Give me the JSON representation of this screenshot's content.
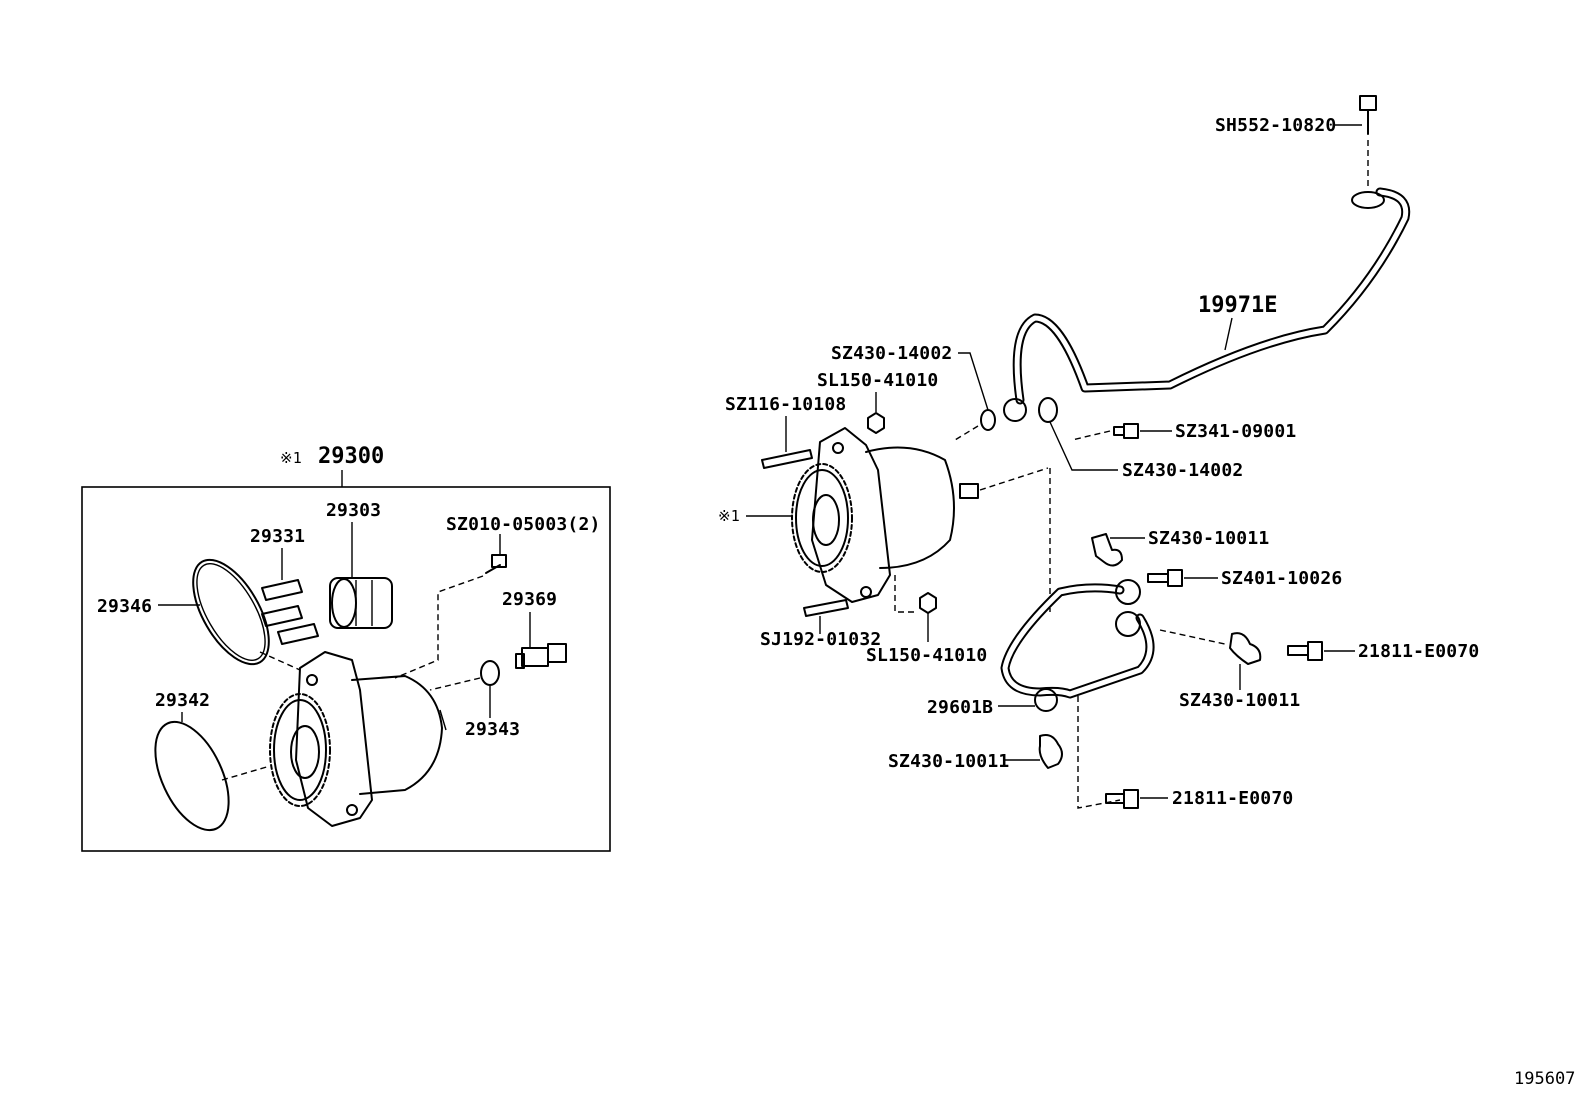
{
  "assembly": {
    "marker": "※1",
    "number": "29300"
  },
  "side_marker": "※1",
  "labels": {
    "p29331": "29331",
    "p29303": "29303",
    "p29346": "29346",
    "p29342": "29342",
    "sz010": "SZ010-05003(2)",
    "p29369": "29369",
    "p29343": "29343",
    "sh552": "SH552-10820",
    "p19971e": "19971E",
    "sz430_a": "SZ430-14002",
    "sl150_a": "SL150-41010",
    "sz116": "SZ116-10108",
    "sz341": "SZ341-09001",
    "sz430_b": "SZ430-14002",
    "sz430_c": "SZ430-10011",
    "sz401": "SZ401-10026",
    "p21811_a": "21811-E0070",
    "sj192": "SJ192-01032",
    "sl150_b": "SL150-41010",
    "sz430_d": "SZ430-10011",
    "p29601b": "29601B",
    "sz430_e": "SZ430-10011",
    "p21811_b": "21811-E0070"
  },
  "figure_number": "195607"
}
